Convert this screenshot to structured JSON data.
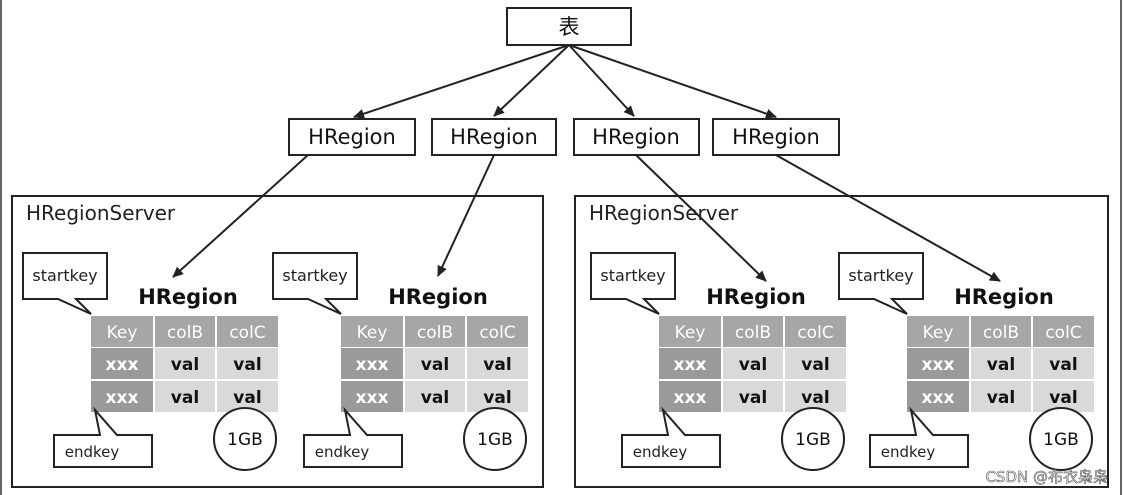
{
  "table_label": "表",
  "hregions": [
    "HRegion",
    "HRegion",
    "HRegion",
    "HRegion"
  ],
  "servers": [
    {
      "label": "HRegionServer",
      "regions": [
        {
          "title": "HRegion",
          "startkey": "startkey",
          "endkey": "endkey",
          "size": "1GB",
          "headers": [
            "Key",
            "colB",
            "colC"
          ],
          "rows": [
            [
              "xxx",
              "val",
              "val"
            ],
            [
              "xxx",
              "val",
              "val"
            ]
          ]
        },
        {
          "title": "HRegion",
          "startkey": "startkey",
          "endkey": "endkey",
          "size": "1GB",
          "headers": [
            "Key",
            "colB",
            "colC"
          ],
          "rows": [
            [
              "xxx",
              "val",
              "val"
            ],
            [
              "xxx",
              "val",
              "val"
            ]
          ]
        }
      ]
    },
    {
      "label": "HRegionServer",
      "regions": [
        {
          "title": "HRegion",
          "startkey": "startkey",
          "endkey": "endkey",
          "size": "1GB",
          "headers": [
            "Key",
            "colB",
            "colC"
          ],
          "rows": [
            [
              "xxx",
              "val",
              "val"
            ],
            [
              "xxx",
              "val",
              "val"
            ]
          ]
        },
        {
          "title": "HRegion",
          "startkey": "startkey",
          "endkey": "endkey",
          "size": "1GB",
          "headers": [
            "Key",
            "colB",
            "colC"
          ],
          "rows": [
            [
              "xxx",
              "val",
              "val"
            ],
            [
              "xxx",
              "val",
              "val"
            ]
          ]
        }
      ]
    }
  ],
  "watermark": "CSDN @布衣枭枭",
  "colors": {
    "line": "#222222",
    "header_cell": "#a6a6a6",
    "key_cell": "#9a9a9a",
    "value_cell": "#d9d9d9"
  }
}
